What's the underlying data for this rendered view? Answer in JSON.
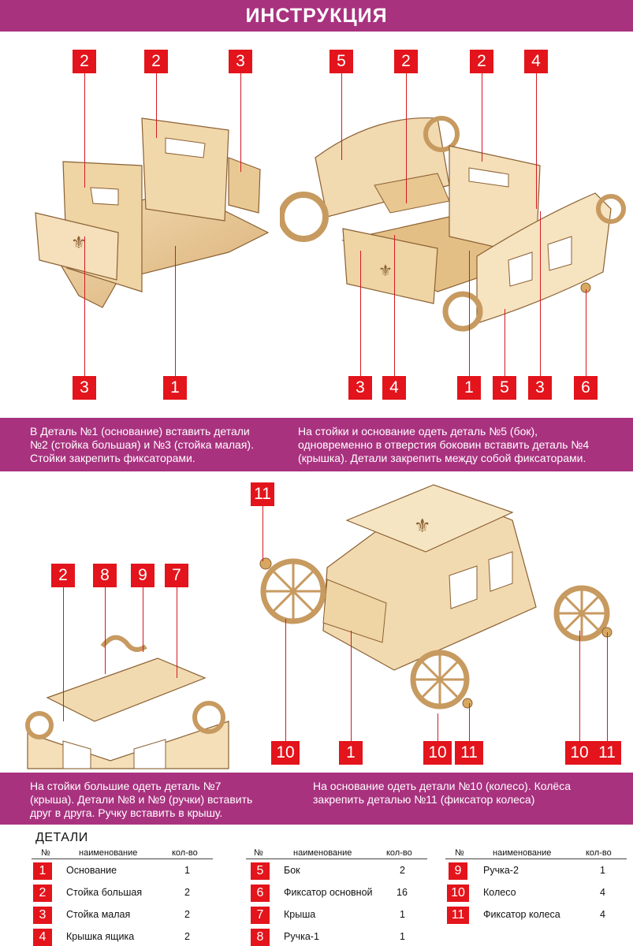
{
  "header": {
    "title": "ИНСТРУКЦИЯ"
  },
  "steps": [
    {
      "text": "В  Деталь №1 (основание) вставить детали\n№2 (стойка большая) и №3 (стойка малая).\nСтойки закрепить фиксаторами.",
      "callouts_top": [
        "2",
        "2",
        "3"
      ],
      "callouts_bottom": [
        "3",
        "1"
      ]
    },
    {
      "text": "На стойки и основание одеть деталь №5 (бок),\nодновременно в отверстия боковин вставить деталь №4\n(крышка). Детали закрепить между собой фиксаторами.",
      "callouts_top": [
        "5",
        "2",
        "2",
        "4"
      ],
      "callouts_bottom": [
        "3",
        "4",
        "1",
        "5",
        "3",
        "6"
      ]
    },
    {
      "text": "На стойки большие одеть деталь №7\n(крыша). Детали №8 и №9 (ручки) вставить\nдруг в друга. Ручку вставить в крышу.",
      "callouts_top": [
        "2",
        "8",
        "9",
        "7"
      ],
      "callouts_bottom": []
    },
    {
      "text": "На основание одеть детали №10 (колесо). Колёса\nзакрепить деталью №11 (фиксатор колеса)",
      "callouts_top": [
        "11"
      ],
      "callouts_bottom": [
        "10",
        "1",
        "10",
        "11",
        "10",
        "11"
      ]
    }
  ],
  "details": {
    "title": "ДЕТАЛИ",
    "columns": {
      "num": "№",
      "name": "наименование",
      "qty": "кол-во"
    },
    "groups": [
      [
        {
          "num": "1",
          "name": "Основание",
          "qty": "1"
        },
        {
          "num": "2",
          "name": "Стойка большая",
          "qty": "2"
        },
        {
          "num": "3",
          "name": "Стойка малая",
          "qty": "2"
        },
        {
          "num": "4",
          "name": "Крышка ящика",
          "qty": "2"
        }
      ],
      [
        {
          "num": "5",
          "name": "Бок",
          "qty": "2"
        },
        {
          "num": "6",
          "name": "Фиксатор основной",
          "qty": "16"
        },
        {
          "num": "7",
          "name": "Крыша",
          "qty": "1"
        },
        {
          "num": "8",
          "name": "Ручка-1",
          "qty": "1"
        }
      ],
      [
        {
          "num": "9",
          "name": "Ручка-2",
          "qty": "1"
        },
        {
          "num": "10",
          "name": "Колесо",
          "qty": "4"
        },
        {
          "num": "11",
          "name": "Фиксатор колеса",
          "qty": "4"
        }
      ]
    ]
  },
  "colors": {
    "accent": "#a9327f",
    "callout": "#e3141b",
    "wood_light": "#f1d9b0",
    "wood_mid": "#ddb47c",
    "wood_dark": "#b68950"
  },
  "icons": [
    "carriage-step1-illustration",
    "carriage-step2-illustration",
    "carriage-step3-illustration",
    "carriage-step4-illustration"
  ]
}
